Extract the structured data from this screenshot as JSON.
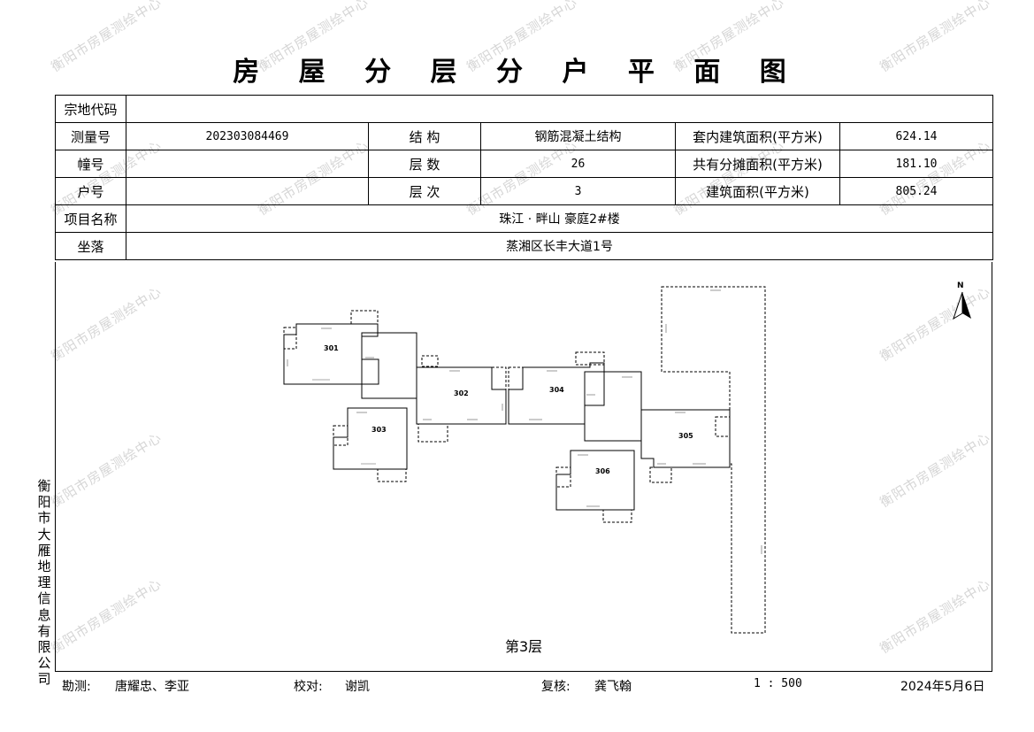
{
  "title": "房 屋 分 层 分 户 平 面 图",
  "watermark": "衡阳市房屋测绘中心",
  "table": {
    "zongdi_label": "宗地代码",
    "zongdi_value": "",
    "celianghao_label": "测量号",
    "celianghao_value": "202303084469",
    "jiegou_label": "结  构",
    "jiegou_value": "钢筋混凝土结构",
    "taonei_label": "套内建筑面积(平方米)",
    "taonei_value": "624.14",
    "zhuanghao_label": "幢号",
    "zhuanghao_value": "",
    "cengshu_label": "层  数",
    "cengshu_value": "26",
    "gongtan_label": "共有分摊面积(平方米)",
    "gongtan_value": "181.10",
    "huhao_label": "户号",
    "huhao_value": "",
    "cengci_label": "层  次",
    "cengci_value": "3",
    "jianzhu_label": "建筑面积(平方米)",
    "jianzhu_value": "805.24",
    "project_label": "项目名称",
    "project_value": "珠江 · 畔山 豪庭2#楼",
    "location_label": "坐落",
    "location_value": "蒸湘区长丰大道1号"
  },
  "plan": {
    "units": [
      "301",
      "302",
      "303",
      "304",
      "305",
      "306"
    ],
    "floor_label": "第3层",
    "north_label": "N"
  },
  "side_text": "衡阳市大雁地理信息有限公司",
  "footer": {
    "kance_label": "勘测:",
    "kance_value": "唐耀忠、李亚",
    "jiaodui_label": "校对:",
    "jiaodui_value": "谢凯",
    "fuhe_label": "复核:",
    "fuhe_value": "龚飞翰",
    "scale": "1 : 500",
    "date": "2024年5月6日"
  }
}
